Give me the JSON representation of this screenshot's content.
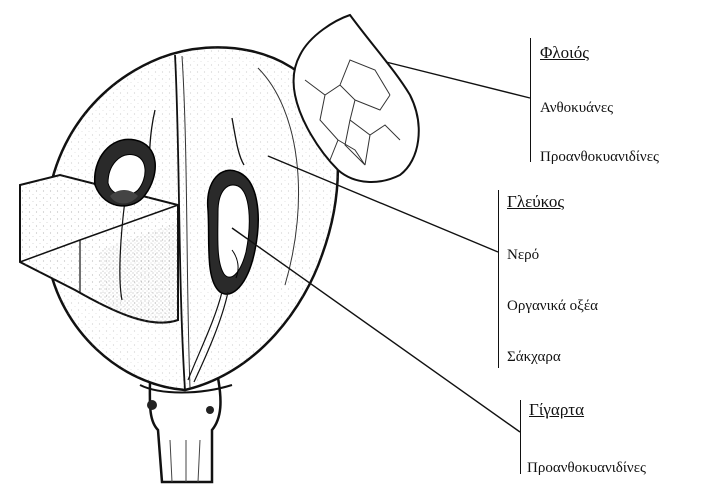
{
  "labels": {
    "skin": {
      "title": "Φλοιός",
      "items": [
        "Ανθοκυάνες",
        "Προανθοκυανιδίνες"
      ]
    },
    "must": {
      "title": "Γλεύκος",
      "items": [
        "Νερό",
        "Οργανικά οξέα",
        "Σάκχαρα"
      ]
    },
    "seed": {
      "title": "Γίγαρτα",
      "items": [
        "Προανθοκυανιδίνες"
      ]
    }
  }
}
